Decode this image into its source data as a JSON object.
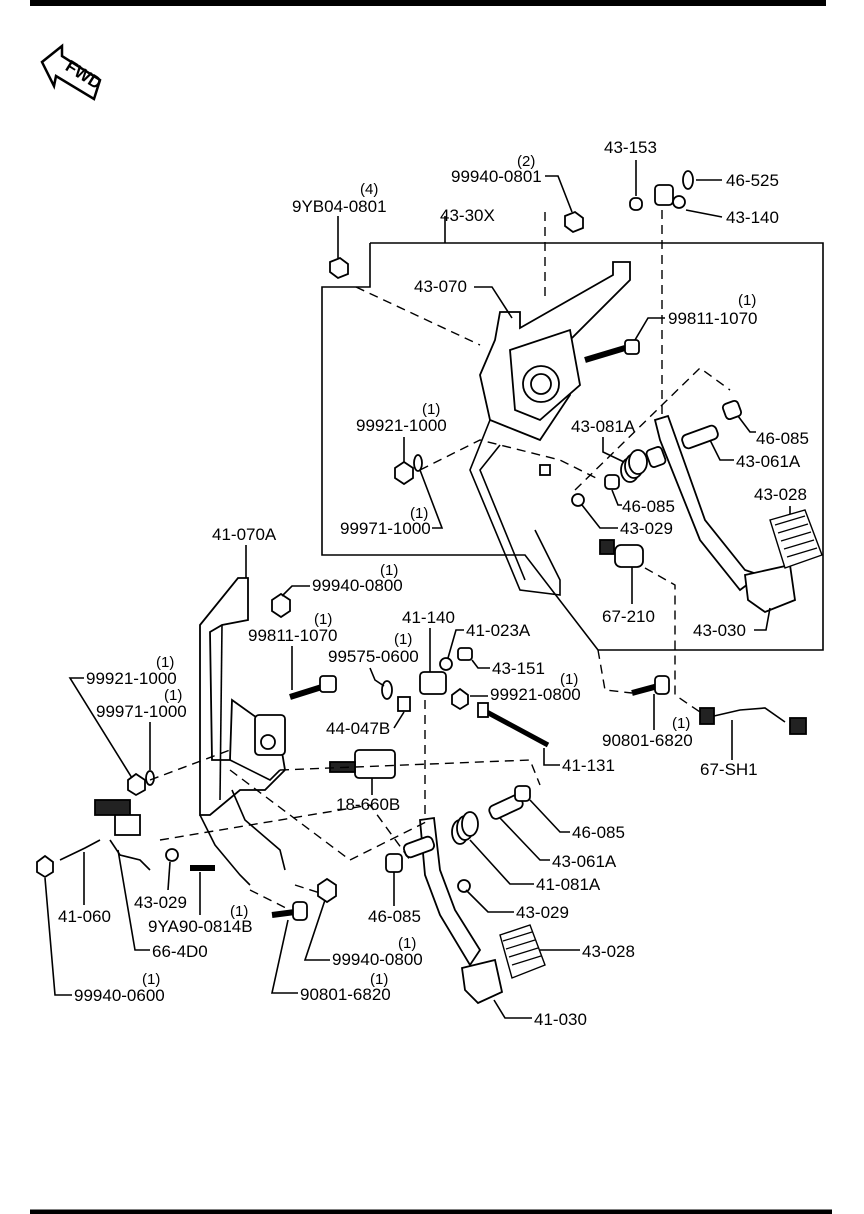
{
  "fwd": "FWD",
  "labels": {
    "l43_153": "43-153",
    "l46_525": "46-525",
    "l43_140": "43-140",
    "l99940_0801": "99940-0801",
    "q99940_0801": "(2)",
    "l9yb04_0801": "9YB04-0801",
    "q9yb04_0801": "(4)",
    "l43_30x": "43-30X",
    "l43_070": "43-070",
    "l99811_1070a": "99811-1070",
    "q99811_1070a": "(1)",
    "l99921_1000a": "99921-1000",
    "q99921_1000a": "(1)",
    "l43_081a_a": "43-081A",
    "l46_085a": "46-085",
    "l43_061a_a": "43-061A",
    "l43_028a": "43-028",
    "l46_085b": "46-085",
    "l43_029a": "43-029",
    "l99971_1000a": "99971-1000",
    "q99971_1000a": "(1)",
    "l67_210": "67-210",
    "l43_030": "43-030",
    "l41_070a": "41-070A",
    "l99940_0800a": "99940-0800",
    "q99940_0800a": "(1)",
    "l99811_1070b": "99811-1070",
    "q99811_1070b": "(1)",
    "l41_140": "41-140",
    "l41_023a": "41-023A",
    "l99575_0600": "99575-0600",
    "q99575_0600": "(1)",
    "l43_151": "43-151",
    "l99921_0800": "99921-0800",
    "q99921_0800": "(1)",
    "l90801_6820a": "90801-6820",
    "q90801_6820a": "(1)",
    "l67_sh1": "67-SH1",
    "l99921_1000b": "99921-1000",
    "q99921_1000b": "(1)",
    "l99971_1000b": "99971-1000",
    "q99971_1000b": "(1)",
    "l44_047b": "44-047B",
    "l41_131": "41-131",
    "l18_660b": "18-660B",
    "l46_085c": "46-085",
    "l43_061a_b": "43-061A",
    "l41_081a": "41-081A",
    "l43_029b": "43-029",
    "l43_028b": "43-028",
    "l46_085d": "46-085",
    "l43_029c": "43-029",
    "l9ya90_0814b": "9YA90-0814B",
    "q9ya90_0814b": "(1)",
    "l41_060": "41-060",
    "l66_4d0": "66-4D0",
    "l99940_0800b": "99940-0800",
    "q99940_0800b": "(1)",
    "l99940_0600": "99940-0600",
    "q99940_0600": "(1)",
    "l90801_6820b": "90801-6820",
    "q90801_6820b": "(1)",
    "l41_030": "41-030"
  }
}
